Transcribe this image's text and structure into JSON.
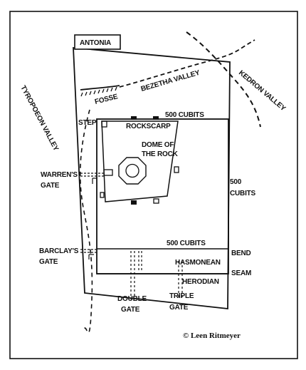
{
  "labels": {
    "antonia": "ANTONIA",
    "fosse": "FOSSE",
    "bezetha_valley": "BEZETHA VALLEY",
    "kedron_valley": "KEDRON VALLEY",
    "tyropoeon_valley": "TYROPOEON VALLEY",
    "step": "STEP",
    "cubits_top": "500 CUBITS",
    "rockscarp": "ROCKSCARP",
    "dome_line1": "DOME OF",
    "dome_line2": "THE ROCK",
    "warrens_line1": "WARREN'S",
    "warrens_line2": "GATE",
    "cubits_right_line1": "500",
    "cubits_right_line2": "CUBITS",
    "cubits_bottom": "500 CUBITS",
    "barclays_line1": "BARCLAY'S",
    "barclays_line2": "GATE",
    "bend": "BEND",
    "hasmonean": "HASMONEAN",
    "seam": "SEAM",
    "herodian": "HERODIAN",
    "double_line1": "DOUBLE",
    "double_line2": "GATE",
    "triple_line1": "TRIPLE",
    "triple_line2": "GATE",
    "copyright": "© Leen Ritmeyer"
  }
}
